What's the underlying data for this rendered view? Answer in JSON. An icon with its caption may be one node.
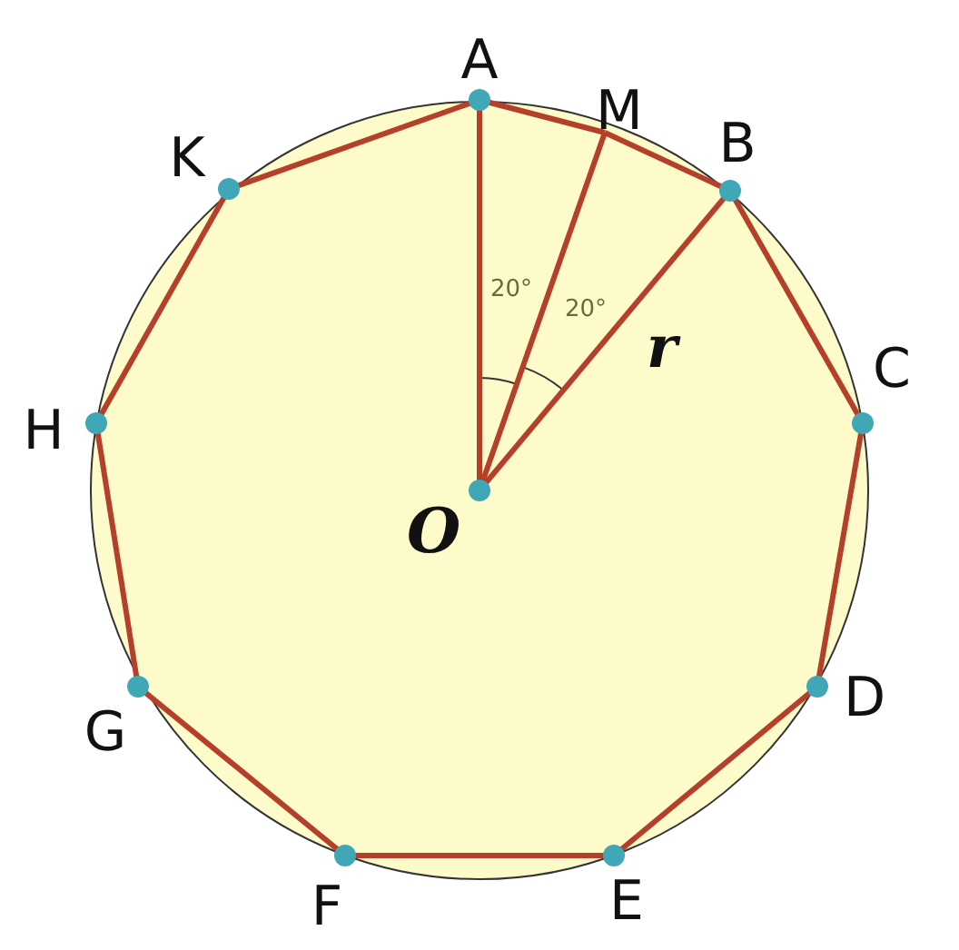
{
  "diagram": {
    "nodes": [
      {
        "text": [
          "A"
        ]
      },
      {
        "text": [
          "M"
        ]
      },
      {
        "text": [
          "B"
        ]
      },
      {
        "text": [
          "C"
        ]
      },
      {
        "text": [
          "D"
        ]
      },
      {
        "text": [
          "E"
        ]
      },
      {
        "text": [
          "F"
        ]
      },
      {
        "text": [
          "G"
        ]
      },
      {
        "text": [
          "H"
        ]
      },
      {
        "text": [
          "K"
        ]
      },
      {
        "text": [
          "O"
        ]
      }
    ],
    "edges": [
      {
        "from": 0,
        "to": 1,
        "arrow": "none"
      },
      {
        "from": 1,
        "to": 2,
        "arrow": "none"
      },
      {
        "from": 2,
        "to": 3,
        "arrow": "none"
      },
      {
        "from": 3,
        "to": 4,
        "arrow": "none"
      },
      {
        "from": 4,
        "to": 5,
        "arrow": "none"
      },
      {
        "from": 5,
        "to": 6,
        "arrow": "none"
      },
      {
        "from": 6,
        "to": 7,
        "arrow": "none"
      },
      {
        "from": 7,
        "to": 8,
        "arrow": "none"
      },
      {
        "from": 8,
        "to": 9,
        "arrow": "none"
      },
      {
        "from": 9,
        "to": 0,
        "arrow": "none"
      },
      {
        "from": 10,
        "to": 0,
        "arrow": "none"
      },
      {
        "from": 10,
        "to": 1,
        "arrow": "none"
      },
      {
        "from": 10,
        "to": 2,
        "arrow": "none"
      }
    ],
    "labels": [
      "20°",
      "20°",
      "r"
    ]
  }
}
